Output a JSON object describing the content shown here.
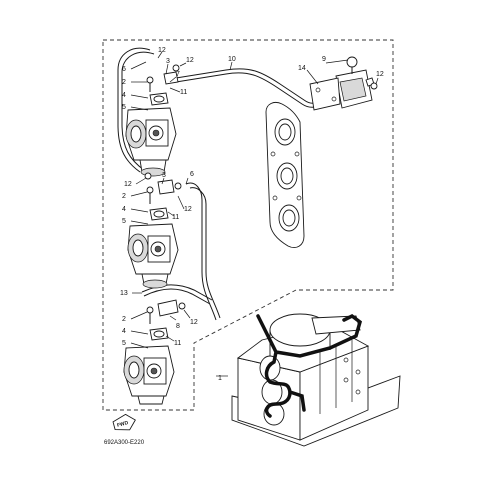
{
  "diagram": {
    "callouts": {
      "c1": "1",
      "c2a": "2",
      "c2b": "2",
      "c2c": "2",
      "c3": "3",
      "c4a": "4",
      "c4b": "4",
      "c4c": "4",
      "c5a": "5",
      "c5b": "5",
      "c5c": "5",
      "c6a": "6",
      "c6b": "6",
      "c7": "7",
      "c8": "8",
      "c9": "9",
      "c10": "10",
      "c11a": "11",
      "c11b": "11",
      "c11c": "11",
      "c12a": "12",
      "c12b": "12",
      "c12c": "12",
      "c12d": "12",
      "c12e": "12",
      "c12f": "12",
      "c13": "13",
      "c14": "14"
    },
    "fwd_mark": "FWD",
    "drawing_code": "692A300-E220"
  }
}
